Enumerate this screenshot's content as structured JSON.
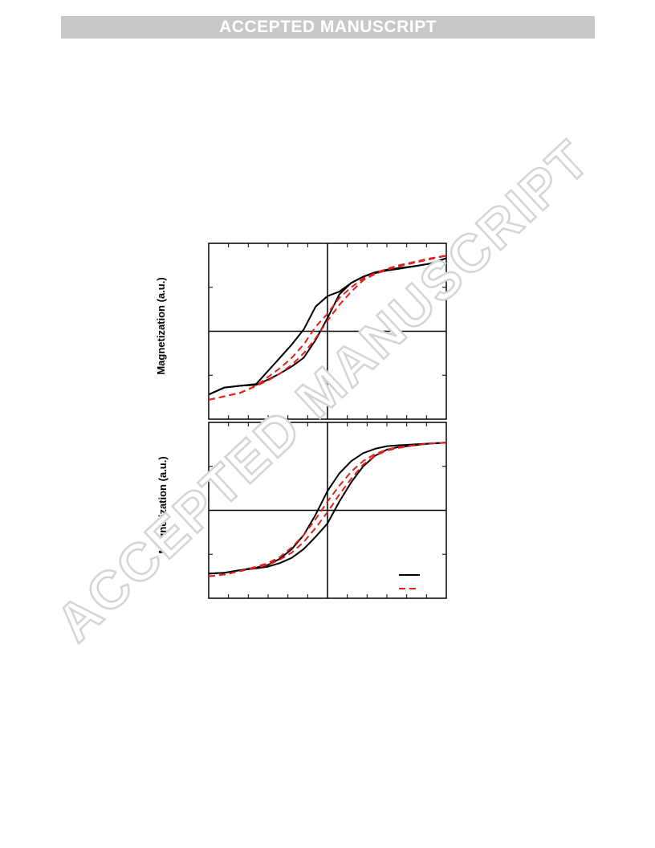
{
  "banner": {
    "text": "ACCEPTED MANUSCRIPT"
  },
  "watermark": {
    "text": "ACCEPTED MANUSCRIPT"
  },
  "colors": {
    "series_a": "#000000",
    "series_b": "#e0201b",
    "banner_bg": "#c8c8cb"
  },
  "chart_data": [
    {
      "type": "line",
      "ylabel": "Magnetization (a.u.)",
      "xlim": [
        -6,
        6
      ],
      "ylim": [
        -1,
        1
      ],
      "axes_cross_at_origin": true,
      "x_ticks": 12,
      "y_ticks": 4,
      "series": [
        {
          "style": "solid",
          "x": [
            -6,
            -5.2,
            -4.4,
            -3.6,
            -3.0,
            -2.4,
            -1.8,
            -1.2,
            -0.6,
            0,
            0.6,
            1.2,
            1.8,
            2.4,
            3.0,
            3.6,
            4.4,
            5.2,
            6
          ],
          "y": [
            -0.72,
            -0.64,
            -0.62,
            -0.61,
            -0.55,
            -0.48,
            -0.4,
            -0.3,
            -0.1,
            0.15,
            0.42,
            0.55,
            0.62,
            0.67,
            0.7,
            0.72,
            0.74,
            0.77,
            0.83
          ]
        },
        {
          "style": "solid",
          "x": [
            -6,
            -5.2,
            -4.4,
            -3.6,
            -3.0,
            -2.4,
            -1.8,
            -1.2,
            -0.6,
            0,
            0.6,
            1.2,
            1.8,
            2.4,
            3.0,
            3.6,
            4.4,
            5.2,
            6
          ],
          "y": [
            -0.72,
            -0.64,
            -0.62,
            -0.6,
            -0.45,
            -0.3,
            -0.15,
            0.02,
            0.28,
            0.4,
            0.45,
            0.55,
            0.62,
            0.66,
            0.69,
            0.71,
            0.74,
            0.77,
            0.83
          ]
        },
        {
          "style": "dashed",
          "x": [
            -6,
            -5.2,
            -4.4,
            -3.6,
            -3.0,
            -2.4,
            -1.8,
            -1.2,
            -0.6,
            0,
            0.6,
            1.2,
            1.8,
            2.4,
            3.0,
            3.6,
            4.4,
            5.2,
            6
          ],
          "y": [
            -0.78,
            -0.74,
            -0.7,
            -0.62,
            -0.56,
            -0.48,
            -0.38,
            -0.25,
            -0.08,
            0.12,
            0.3,
            0.45,
            0.58,
            0.65,
            0.7,
            0.74,
            0.78,
            0.82,
            0.86
          ]
        },
        {
          "style": "dashed",
          "x": [
            -6,
            -5.2,
            -4.4,
            -3.6,
            -3.0,
            -2.4,
            -1.8,
            -1.2,
            -0.6,
            0,
            0.6,
            1.2,
            1.8,
            2.4,
            3.0,
            3.6,
            4.4,
            5.2,
            6
          ],
          "y": [
            -0.78,
            -0.74,
            -0.7,
            -0.62,
            -0.52,
            -0.42,
            -0.3,
            -0.15,
            0.05,
            0.2,
            0.38,
            0.5,
            0.6,
            0.66,
            0.71,
            0.75,
            0.79,
            0.83,
            0.86
          ]
        }
      ]
    },
    {
      "type": "line",
      "ylabel": "Magnetization (a.u.)",
      "xlim": [
        -6,
        6
      ],
      "ylim": [
        -1,
        1
      ],
      "axes_cross_at_origin": true,
      "x_ticks": 12,
      "y_ticks": 4,
      "series": [
        {
          "style": "solid",
          "x": [
            -6,
            -5.2,
            -4.4,
            -3.6,
            -3.0,
            -2.4,
            -1.8,
            -1.2,
            -0.6,
            0,
            0.6,
            1.2,
            1.8,
            2.4,
            3.0,
            3.6,
            4.4,
            5.2,
            6
          ],
          "y": [
            -0.72,
            -0.71,
            -0.68,
            -0.65,
            -0.62,
            -0.55,
            -0.44,
            -0.28,
            -0.05,
            0.22,
            0.42,
            0.56,
            0.65,
            0.7,
            0.73,
            0.74,
            0.75,
            0.76,
            0.77
          ]
        },
        {
          "style": "solid",
          "x": [
            -6,
            -5.2,
            -4.4,
            -3.6,
            -3.0,
            -2.4,
            -1.8,
            -1.2,
            -0.6,
            0,
            0.6,
            1.2,
            1.8,
            2.4,
            3.0,
            3.6,
            4.4,
            5.2,
            6
          ],
          "y": [
            -0.72,
            -0.71,
            -0.68,
            -0.66,
            -0.64,
            -0.6,
            -0.54,
            -0.44,
            -0.3,
            -0.15,
            0.1,
            0.32,
            0.5,
            0.62,
            0.69,
            0.72,
            0.74,
            0.76,
            0.77
          ]
        },
        {
          "style": "dashed",
          "x": [
            -6,
            -5.2,
            -4.4,
            -3.6,
            -3.0,
            -2.4,
            -1.8,
            -1.2,
            -0.6,
            0,
            0.6,
            1.2,
            1.8,
            2.4,
            3.0,
            3.6,
            4.4,
            5.2,
            6
          ],
          "y": [
            -0.75,
            -0.73,
            -0.69,
            -0.64,
            -0.6,
            -0.53,
            -0.42,
            -0.28,
            -0.1,
            0.1,
            0.28,
            0.44,
            0.56,
            0.64,
            0.69,
            0.72,
            0.74,
            0.76,
            0.77
          ]
        },
        {
          "style": "dashed",
          "x": [
            -6,
            -5.2,
            -4.4,
            -3.6,
            -3.0,
            -2.4,
            -1.8,
            -1.2,
            -0.6,
            0,
            0.6,
            1.2,
            1.8,
            2.4,
            3.0,
            3.6,
            4.4,
            5.2,
            6
          ],
          "y": [
            -0.75,
            -0.73,
            -0.69,
            -0.65,
            -0.62,
            -0.56,
            -0.48,
            -0.36,
            -0.2,
            -0.02,
            0.18,
            0.36,
            0.52,
            0.62,
            0.68,
            0.71,
            0.74,
            0.76,
            0.77
          ]
        }
      ],
      "legend": {
        "location": "bottom-right",
        "entries": [
          {
            "style": "solid"
          },
          {
            "style": "dashed"
          }
        ]
      }
    }
  ]
}
